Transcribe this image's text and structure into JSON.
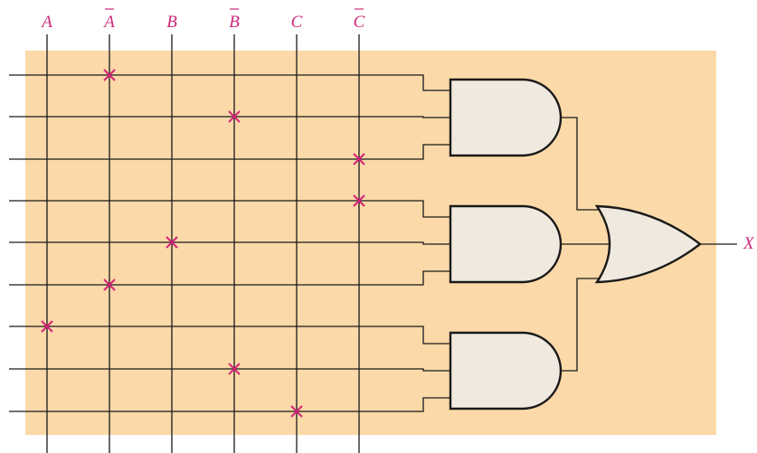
{
  "inputs": [
    {
      "label": "A",
      "inverted": false
    },
    {
      "label": "A",
      "inverted": true
    },
    {
      "label": "B",
      "inverted": false
    },
    {
      "label": "B",
      "inverted": true
    },
    {
      "label": "C",
      "inverted": false
    },
    {
      "label": "C",
      "inverted": true
    }
  ],
  "output_label": "X",
  "fuses": [
    {
      "row": 0,
      "col": 1
    },
    {
      "row": 1,
      "col": 3
    },
    {
      "row": 2,
      "col": 5
    },
    {
      "row": 3,
      "col": 5
    },
    {
      "row": 4,
      "col": 2
    },
    {
      "row": 5,
      "col": 1
    },
    {
      "row": 6,
      "col": 0
    },
    {
      "row": 7,
      "col": 3
    },
    {
      "row": 8,
      "col": 4
    }
  ],
  "and_gates": 3,
  "inputs_per_gate": 3,
  "colors": {
    "panel": "#fcd9a8",
    "gate_fill": "#efe9df",
    "fuse_mark": "#d6237a",
    "label": "#cc2a7a",
    "wire": "#1a1a1a"
  }
}
